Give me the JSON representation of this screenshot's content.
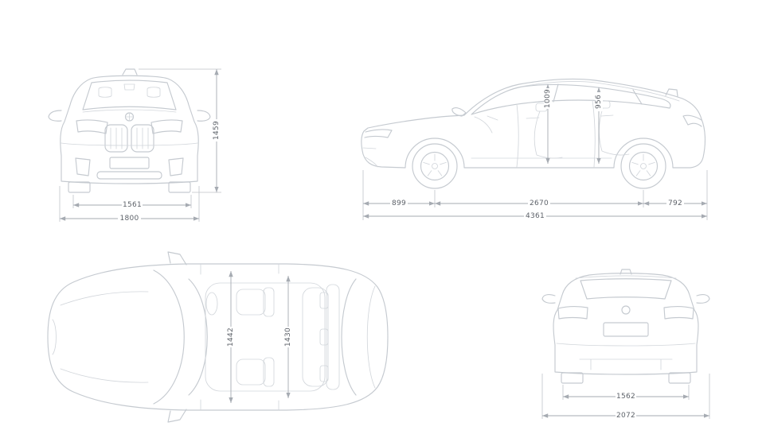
{
  "diagram": {
    "front_view": {
      "track_width": "1561",
      "overall_width": "1800",
      "overall_height": "1459"
    },
    "side_view": {
      "front_overhang": "899",
      "wheelbase": "2670",
      "rear_overhang": "792",
      "overall_length": "4361",
      "front_headroom": "1009",
      "rear_headroom": "956"
    },
    "top_view": {
      "front_interior_width": "1442",
      "rear_interior_width": "1430"
    },
    "rear_view": {
      "rear_track": "1562",
      "overall_width_mirrors": "2072"
    },
    "colors": {
      "car_line": "#c5cad0",
      "dimension_line": "#a6abb2",
      "dimension_text": "#5d6269",
      "background": "#ffffff"
    }
  }
}
